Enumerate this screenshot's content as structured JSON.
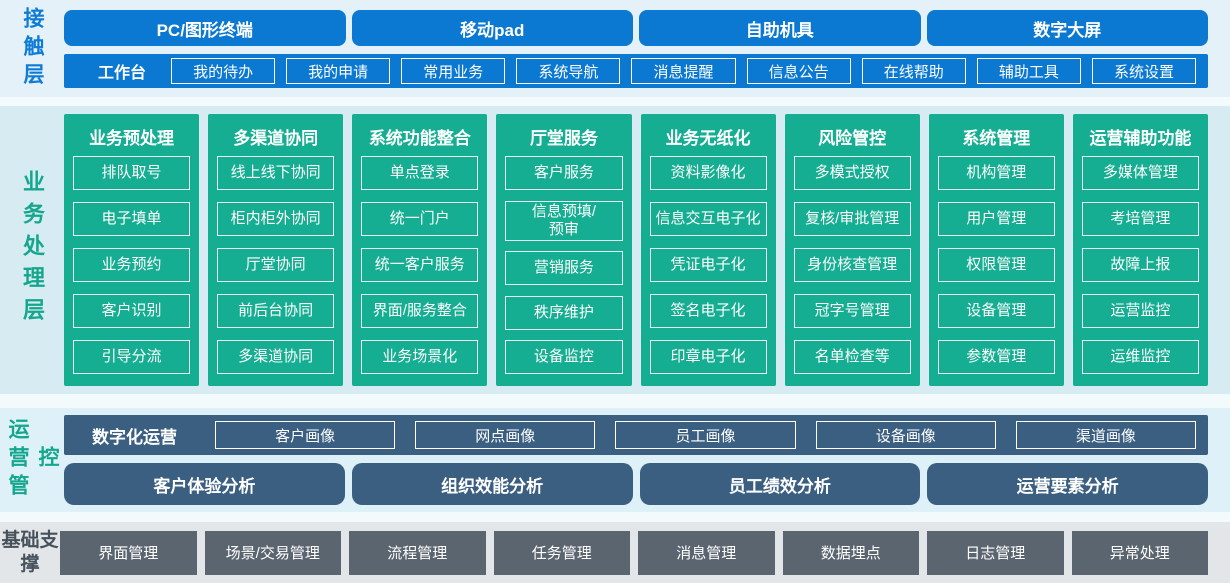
{
  "colors": {
    "blue": "#0b79d2",
    "green": "#16ae92",
    "navy": "#3b5f81",
    "gray": "#5b6570",
    "contact_bg": "#e4f1f9",
    "business_bg": "#d7ebf2",
    "operations_bg": "#dff1f8",
    "foundation_bg": "#e3e6e8"
  },
  "contact_layer": {
    "label": "接触层",
    "terminals": [
      "PC/图形终端",
      "移动pad",
      "自助机具",
      "数字大屏"
    ],
    "workbench": {
      "label": "工作台",
      "items": [
        "我的待办",
        "我的申请",
        "常用业务",
        "系统导航",
        "消息提醒",
        "信息公告",
        "在线帮助",
        "辅助工具",
        "系统设置"
      ]
    }
  },
  "business_layer": {
    "label": "业务处理层",
    "columns": [
      {
        "title": "业务预处理",
        "items": [
          "排队取号",
          "电子填单",
          "业务预约",
          "客户识别",
          "引导分流"
        ]
      },
      {
        "title": "多渠道协同",
        "items": [
          "线上线下协同",
          "柜内柜外协同",
          "厅堂协同",
          "前后台协同",
          "多渠道协同"
        ]
      },
      {
        "title": "系统功能整合",
        "items": [
          "单点登录",
          "统一门户",
          "统一客户服务",
          "界面/服务整合",
          "业务场景化"
        ]
      },
      {
        "title": "厅堂服务",
        "items": [
          "客户服务",
          "信息预填/\n预审",
          "营销服务",
          "秩序维护",
          "设备监控"
        ]
      },
      {
        "title": "业务无纸化",
        "items": [
          "资料影像化",
          "信息交互电子化",
          "凭证电子化",
          "签名电子化",
          "印章电子化"
        ]
      },
      {
        "title": "风险管控",
        "items": [
          "多模式授权",
          "复核/审批管理",
          "身份核查管理",
          "冠字号管理",
          "名单检查等"
        ]
      },
      {
        "title": "系统管理",
        "items": [
          "机构管理",
          "用户管理",
          "权限管理",
          "设备管理",
          "参数管理"
        ]
      },
      {
        "title": "运营辅助功能",
        "items": [
          "多媒体管理",
          "考培管理",
          "故障上报",
          "运营监控",
          "运维监控"
        ]
      }
    ]
  },
  "operations_layer": {
    "label": "运营管控",
    "digital_ops": {
      "label": "数字化运营",
      "items": [
        "客户画像",
        "网点画像",
        "员工画像",
        "设备画像",
        "渠道画像"
      ]
    },
    "analyses": [
      "客户体验分析",
      "组织效能分析",
      "员工绩效分析",
      "运营要素分析"
    ]
  },
  "foundation_layer": {
    "label": "基础支撑",
    "items": [
      "界面管理",
      "场景/交易管理",
      "流程管理",
      "任务管理",
      "消息管理",
      "数据埋点",
      "日志管理",
      "异常处理"
    ]
  }
}
